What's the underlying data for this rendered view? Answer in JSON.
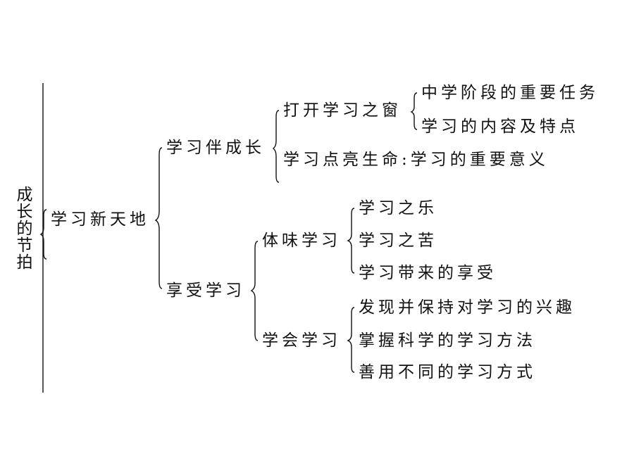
{
  "root": {
    "chars": [
      "成",
      "长",
      "的",
      "节",
      "拍"
    ]
  },
  "level1": {
    "label": "学习新天地"
  },
  "branches": [
    {
      "label": "学习伴成长",
      "children": [
        {
          "label": "打开学习之窗",
          "children": [
            "中学阶段的重要任务",
            "学习的内容及特点"
          ]
        },
        {
          "label": "学习点亮生命:学习的重要意义"
        }
      ]
    },
    {
      "label": "享受学习",
      "children": [
        {
          "label": "体味学习",
          "children": [
            "学习之乐",
            "学习之苦",
            "学习带来的享受"
          ]
        },
        {
          "label": "学会学习",
          "children": [
            "发现并保持对学习的兴趣",
            "掌握科学的学习方法",
            "善用不同的学习方式"
          ]
        }
      ]
    }
  ]
}
